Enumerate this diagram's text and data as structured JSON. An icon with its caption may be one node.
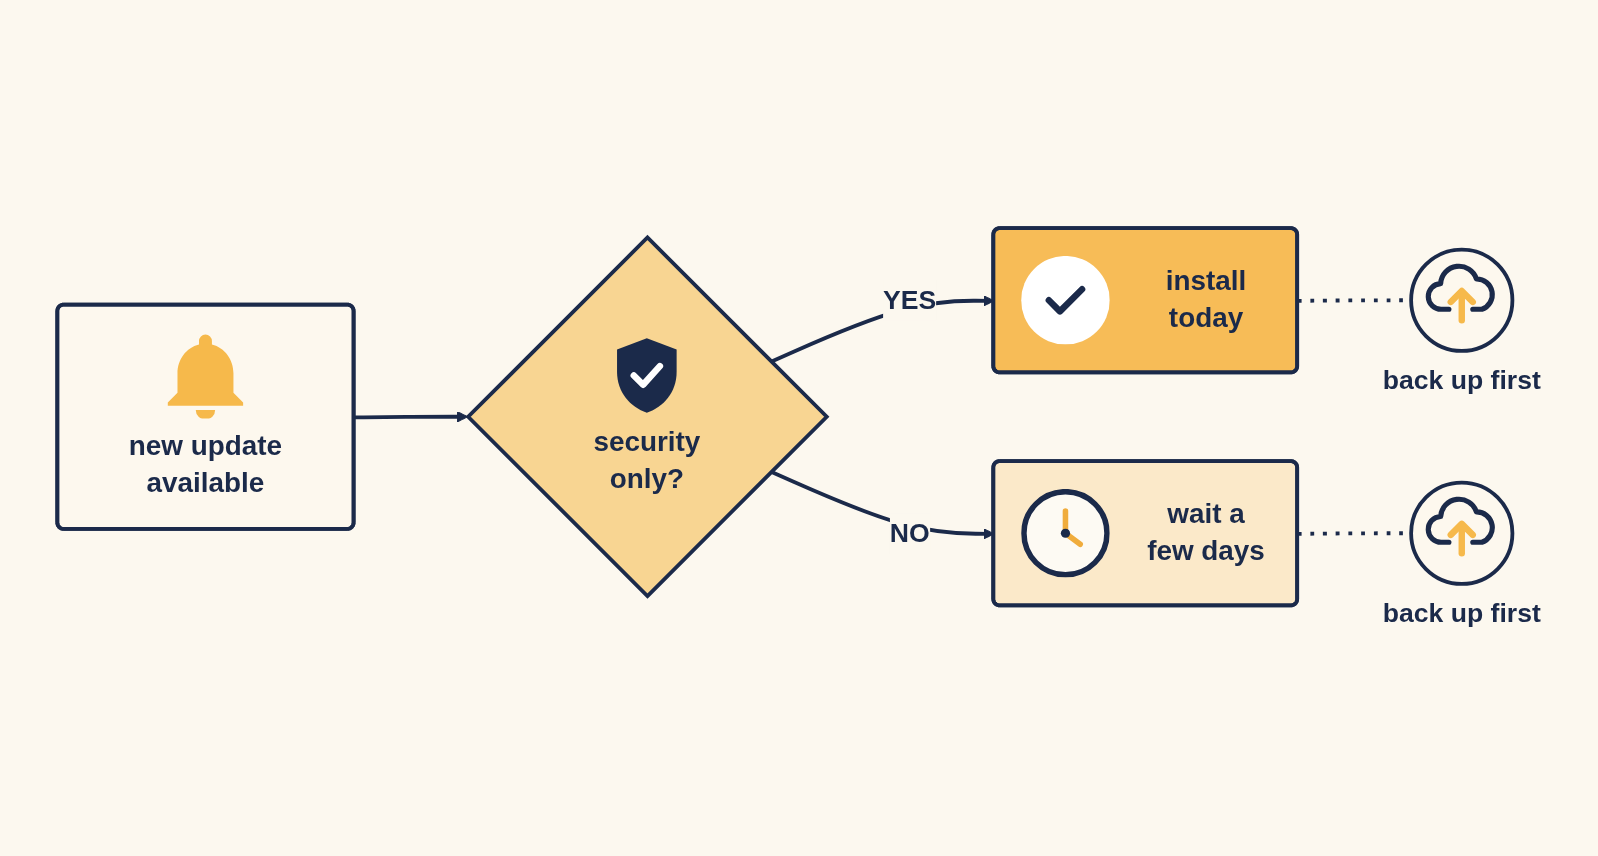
{
  "diagram": {
    "nodes": [
      {
        "text": [
          "new update available"
        ]
      },
      {
        "text": [
          "security only?"
        ]
      },
      {
        "text": [
          "install today"
        ]
      },
      {
        "text": [],
        "shape": "circle",
        "beside": [
          "back up first"
        ]
      },
      {
        "text": [
          "wait a few days"
        ]
      },
      {
        "text": [],
        "shape": "circle",
        "beside": [
          "back up first"
        ]
      }
    ],
    "edges": [
      {
        "from": 0,
        "to": 1,
        "arrow": "to"
      },
      {
        "from": 1,
        "to": 2,
        "arrow": "to",
        "label": "YES"
      },
      {
        "from": 2,
        "to": 3,
        "arrow": "none",
        "style": "dashed"
      },
      {
        "from": 1,
        "to": 4,
        "arrow": "to",
        "label": "NO"
      },
      {
        "from": 4,
        "to": 5,
        "arrow": "none",
        "style": "dashed"
      }
    ]
  }
}
